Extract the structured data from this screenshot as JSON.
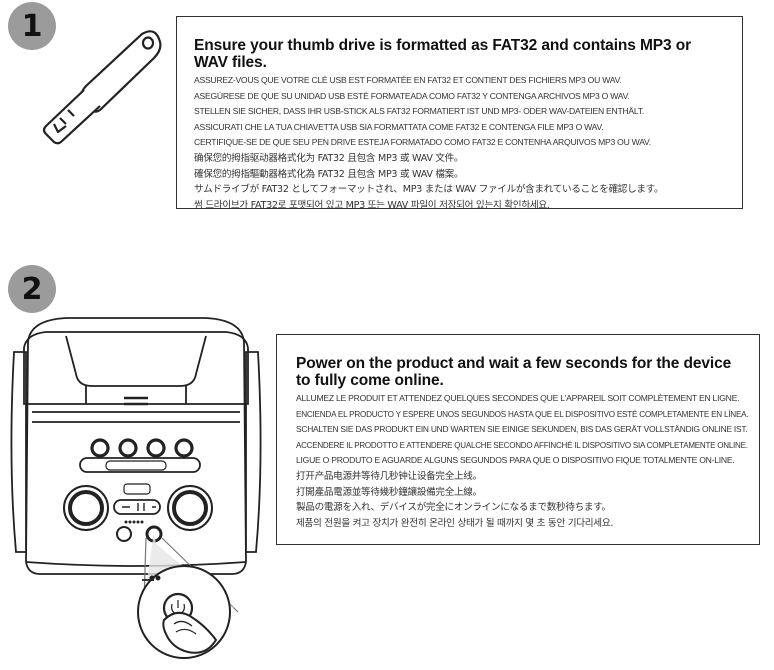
{
  "steps": [
    {
      "number": "1",
      "heading": "Ensure your thumb drive is formatted as FAT32 and contains MP3 or WAV files.",
      "lines": [
        "ASSUREZ-VOUS QUE VOTRE CLÉ USB EST FORMATÉE EN FAT32 ET CONTIENT DES FICHIERS MP3 OU WAV.",
        "ASEGÚRESE DE QUE SU UNIDAD USB ESTÉ FORMATEADA COMO FAT32 Y CONTENGA ARCHIVOS MP3 O WAV.",
        "STELLEN SIE SICHER, DASS IHR USB-STICK ALS FAT32 FORMATIERT IST UND MP3- ODER WAV-DATEIEN ENTHÄLT.",
        "ASSICURATI CHE LA TUA CHIAVETTA USB SIA FORMATTATA COME FAT32 E CONTENGA FILE MP3 O WAV.",
        "CERTIFIQUE-SE DE QUE SEU PEN DRIVE ESTEJA FORMATADO COMO FAT32 E CONTENHA ARQUIVOS MP3 OU WAV.",
        "确保您的拇指驱动器格式化为 FAT32 且包含 MP3 或 WAV 文件。",
        "確保您的拇指驅動器格式化為 FAT32 且包含 MP3 或 WAV 檔案。",
        "サムドライブが FAT32 としてフォーマットされ、MP3 または WAV ファイルが含まれていることを確認します。",
        "썸 드라이브가 FAT32로 포맷되어 있고 MP3 또는 WAV 파일이 저장되어 있는지 확인하세요."
      ]
    },
    {
      "number": "2",
      "heading": "Power on the product and wait a few seconds for the device to fully come online.",
      "lines": [
        "ALLUMEZ LE PRODUIT ET ATTENDEZ QUELQUES SECONDES QUE L'APPAREIL SOIT COMPLÈTEMENT EN LIGNE.",
        "ENCIENDA EL PRODUCTO Y ESPERE UNOS SEGUNDOS HASTA QUE EL DISPOSITIVO ESTÉ COMPLETAMENTE EN LÍNEA.",
        "SCHALTEN SIE DAS PRODUKT EIN UND WARTEN SIE EINIGE SEKUNDEN, BIS DAS GERÄT VOLLSTÄNDIG ONLINE IST.",
        "ACCENDERE IL PRODOTTO E ATTENDERE QUALCHE SECONDO AFFINCHÉ IL DISPOSITIVO SIA COMPLETAMENTE ONLINE.",
        "LIGUE O PRODUTO E AGUARDE ALGUNS SEGUNDOS PARA QUE O DISPOSITIVO FIQUE TOTALMENTE ON-LINE.",
        "打开产品电源并等待几秒钟让设备完全上线。",
        "打開產品電源並等待幾秒鐘讓設備完全上線。",
        "製品の電源を入れ、デバイスが完全にオンラインになるまで数秒待ちます。",
        "제품의 전원을 켜고 장치가 완전히 온라인 상태가 될 때까지 몇 초 동안 기다리세요."
      ]
    }
  ],
  "icons": {
    "step1": "usb-thumb-drive-icon",
    "step2": "speaker-power-button-icon"
  }
}
